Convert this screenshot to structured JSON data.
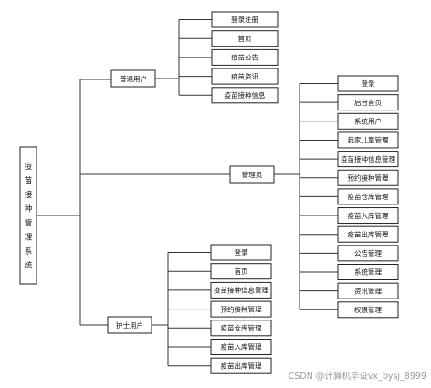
{
  "diagram": {
    "root": {
      "label": "疫苗接种管理系统"
    },
    "branches": [
      {
        "id": "regular",
        "label": "普通用户",
        "items": [
          "登录注册",
          "首页",
          "疫苗公告",
          "疫苗资讯",
          "疫苗接种信息"
        ]
      },
      {
        "id": "admin",
        "label": "管理员",
        "items": [
          "登录",
          "后台首页",
          "系统用户",
          "我家儿童管理",
          "疫苗接种信息管理",
          "预约接种管理",
          "疫苗仓库管理",
          "疫苗入库管理",
          "疫苗出库管理",
          "公告管理",
          "系统管理",
          "资讯管理",
          "权限管理"
        ]
      },
      {
        "id": "nurse",
        "label": "护士用户",
        "items": [
          "登录",
          "首页",
          "疫苗接种信息管理",
          "预约接种管理",
          "疫苗仓库管理",
          "疫苗入库管理",
          "疫苗出库管理"
        ]
      }
    ]
  },
  "watermark": "CSDN @计算机毕设vx_bysj_8999"
}
